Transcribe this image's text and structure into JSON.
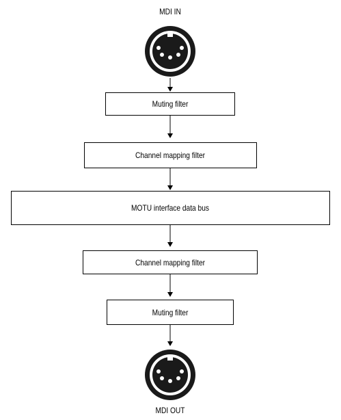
{
  "diagram": {
    "input_label": "MDI IN",
    "output_label": "MDI OUT",
    "nodes": [
      {
        "id": "muting-top",
        "label": "Muting filter"
      },
      {
        "id": "channel-top",
        "label": "Channel mapping filter"
      },
      {
        "id": "bus",
        "label": "MOTU interface data bus"
      },
      {
        "id": "channel-bottom",
        "label": "Channel mapping filter"
      },
      {
        "id": "muting-bottom",
        "label": "Muting filter"
      }
    ],
    "icons": {
      "input": "midi-din-connector-icon",
      "output": "midi-din-connector-icon"
    }
  }
}
